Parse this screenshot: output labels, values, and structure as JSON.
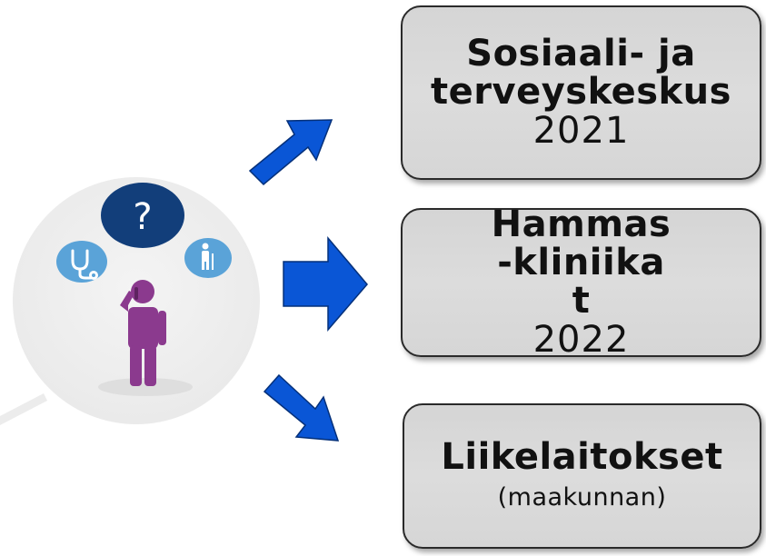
{
  "boxes": [
    {
      "title": "Sosiaali- ja terveyskeskus",
      "detail": "2021"
    },
    {
      "title": "Hammas-kliniikat",
      "detail": "2022"
    },
    {
      "title": "Liikelaitokset",
      "detail": "(maakunnan)"
    }
  ],
  "icons": {
    "question_bubble": "?",
    "left_bubble": "stethoscope-icon",
    "right_bubble": "elderly-person-icon"
  },
  "colors": {
    "arrow_blue": "#0a56d6",
    "bubble_navy": "#123e7a",
    "bubble_light_blue": "#5aa3d8",
    "person_purple": "#8b3a8e",
    "box_gray": "#d8d8d8"
  }
}
